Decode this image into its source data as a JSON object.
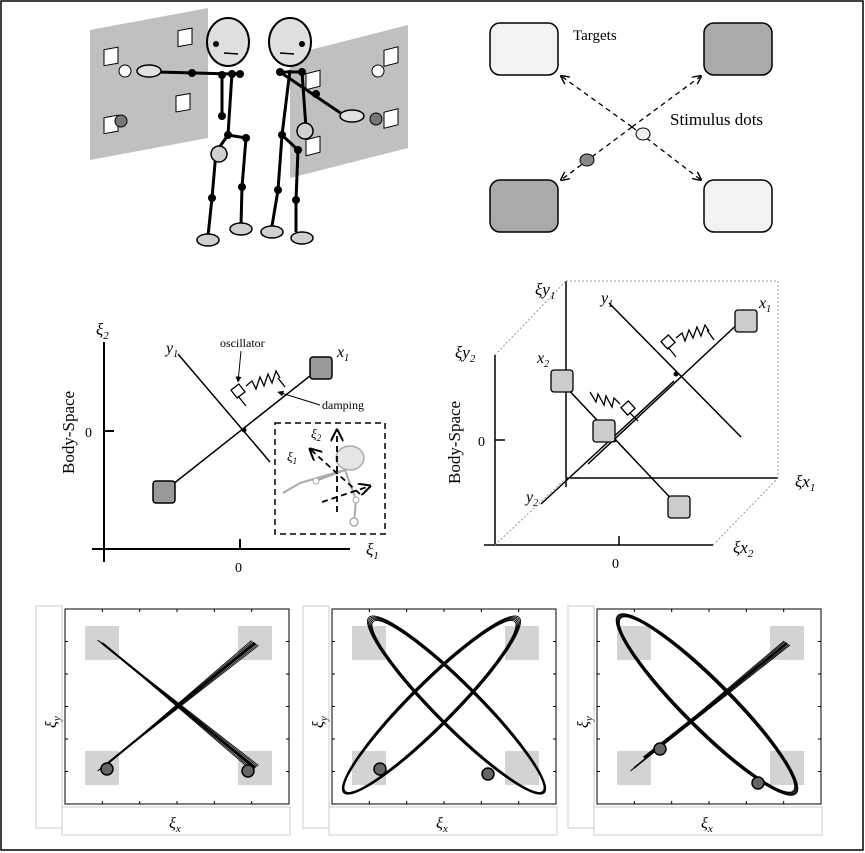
{
  "panel_a": {
    "targets_label": "Targets",
    "stimulus_label": "Stimulus dots"
  },
  "panel_b": {
    "y_axis_symbol": "ξ",
    "y_axis_subscript": "2",
    "x_axis_symbol": "ξ",
    "x_axis_subscript": "1",
    "y_zero": "0",
    "x_zero": "0",
    "vertical_label": "Body-Space",
    "oscillator_label": "oscillator",
    "damping_label": "damping",
    "y1_base": "y",
    "y1_sub": "1",
    "x1_base": "x",
    "x1_sub": "1",
    "inset_xi2_base": "ξ",
    "inset_xi2_sub": "2",
    "inset_xi1_base": "ξ",
    "inset_xi1_sub": "1"
  },
  "panel_c": {
    "xy1_base": "ξy",
    "xy1_sub": "1",
    "xy2_base": "ξy",
    "xy2_sub": "2",
    "xx1_base": "ξx",
    "xx1_sub": "1",
    "xx2_base": "ξx",
    "xx2_sub": "2",
    "y_zero": "0",
    "x_zero": "0",
    "vertical_label": "Body-Space",
    "y1_base": "y",
    "y1_sub": "1",
    "x1_base": "x",
    "x1_sub": "1",
    "x2_base": "x",
    "x2_sub": "2",
    "y2_base": "y",
    "y2_sub": "2"
  },
  "trajectory_panels": [
    {
      "xlabel_base": "ξ",
      "xlabel_sub": "x",
      "ylabel_base": "ξ",
      "ylabel_sub": "y"
    },
    {
      "xlabel_base": "ξ",
      "xlabel_sub": "x",
      "ylabel_base": "ξ",
      "ylabel_sub": "y"
    },
    {
      "xlabel_base": "ξ",
      "xlabel_sub": "x",
      "ylabel_base": "ξ",
      "ylabel_sub": "y"
    }
  ],
  "colors": {
    "target_dark": "#aaaaaa",
    "target_light": "#f2f2f2",
    "wall": "#c0c0c0",
    "target_square": "#d3d3d3"
  }
}
